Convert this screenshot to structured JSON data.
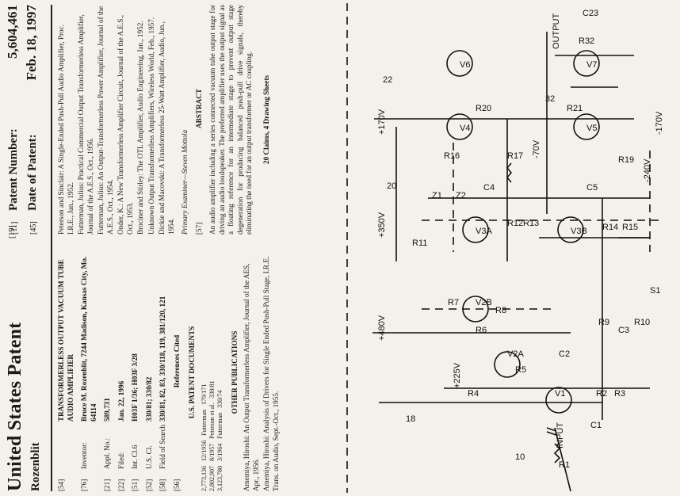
{
  "header": {
    "title": "United States Patent",
    "title_code": "[19]",
    "inventor_short": "Rozenblit",
    "patent_number_code": "[11]",
    "patent_number_label": "Patent Number:",
    "patent_number": "5,604,461",
    "date_code": "[45]",
    "date_label": "Date of Patent:",
    "date": "Feb. 18, 1997"
  },
  "left_fields": [
    {
      "code": "[54]",
      "label": "",
      "value": "TRANSFORMERLESS OUTPUT VACUUM TUBE AUDIO AMPLIFIER"
    },
    {
      "code": "[76]",
      "label": "Inventor:",
      "value": "Bruce M. Rozenblit, 7244 Madison, Kansas City, Mo. 64114"
    },
    {
      "code": "[21]",
      "label": "Appl. No.:",
      "value": "589,731"
    },
    {
      "code": "[22]",
      "label": "Filed:",
      "value": "Jan. 22, 1996"
    },
    {
      "code": "[51]",
      "label": "Int. Cl.6",
      "value": "H03F 1/36; H03F 3/28"
    },
    {
      "code": "[52]",
      "label": "U.S. Cl.",
      "value": "330/81; 330/82"
    },
    {
      "code": "[58]",
      "label": "Field of Search",
      "value": "330/81, 82, 83, 330/118, 119, 381/120, 121"
    }
  ],
  "references": {
    "code": "[56]",
    "title": "References Cited",
    "us_docs_title": "U.S. PATENT DOCUMENTS",
    "us_docs": [
      {
        "num": "2,773,136",
        "date": "12/1956",
        "name": "Futterman",
        "cls": "179/171"
      },
      {
        "num": "2,802,907",
        "date": "8/1957",
        "name": "Peterson et al.",
        "cls": "330/81"
      },
      {
        "num": "3,123,780",
        "date": "3/1964",
        "name": "Futterman",
        "cls": "330/74"
      }
    ],
    "other_title": "OTHER PUBLICATIONS",
    "other_pubs": [
      "Amemiya, Hiroshi: An Output Transformerless Amplifier, Journal of the AES, Apr., 1956.",
      "Amemiya, Hiroshi: Analysis of Drivers for Single Ended Push-Pull Stage, I.R.E. Trans. on Audio, Sept.-Oct., 1955."
    ]
  },
  "right_pubs": [
    "Peterson and Sinclair: A Single-Ended Push-Pull Audio Amplifier, Proc. I.R.E., Jan., 1952.",
    "Futterman, Julius: Practical Commercial Output Transformerless Amplifier, Journal of the A.E.S., Oct., 1956.",
    "Futterman, Julius: An Output-Transformerless Power Amplifier, Journal of the A.E.S., Oct., 1954.",
    "Onder, K.: A New Transformerless Amplifier Circuit, Journal of the A.E.S., Oct., 1953.",
    "Brociner and Stirley: The OTL Amplifier, Audio Engineering, Jan., 1952.",
    "Unknown Output Transformerless Amplifiers, Wireless World, Feb., 1957.",
    "Dickie and Macovski: A Transformerless 25-Watt Amplifier, Audio, Jun., 1954."
  ],
  "examiner": "Primary Examiner—Steven Mottola",
  "abstract_code": "[57]",
  "abstract_title": "ABSTRACT",
  "abstract_text": "An audio amplifier including a series connected vacuum tube output stage for driving an audio loudspeaker. The preferred amplifier uses the output signal as a floating reference for an intermediate stage to prevent output stage degeneration for producing balanced push-pull drive signals, thereby eliminating the need for an output transformer or AC coupling.",
  "claims": "20 Claims, 4 Drawing Sheets",
  "schematic": {
    "labels": {
      "input": "INPUT",
      "output": "OUTPUT",
      "v225": "+225V",
      "v480": "+480V",
      "v350": "+350V",
      "v170p": "+170V",
      "v70": "-70V",
      "v240": "-240V",
      "v170n": "-170V",
      "ref10": "10",
      "ref18": "18",
      "ref20": "20",
      "ref22": "22",
      "ref32": "32",
      "V1": "V1",
      "V2A": "V2A",
      "V2B": "V2B",
      "V3A": "V3A",
      "V3B": "V3B",
      "V4": "V4",
      "V5": "V5",
      "V6": "V6",
      "V7": "V7",
      "R1": "R1",
      "R2": "R2",
      "R3": "R3",
      "R4": "R4",
      "R5": "R5",
      "R6": "R6",
      "R7": "R7",
      "R8": "R8",
      "R9": "R9",
      "R10": "R10",
      "R11": "R11",
      "R12": "R12",
      "R13": "R13",
      "R14": "R14",
      "R15": "R15",
      "R16": "R16",
      "R17": "R17",
      "R19": "R19",
      "R20": "R20",
      "R21": "R21",
      "R32": "R32",
      "C1": "C1",
      "C2": "C2",
      "C3": "C3",
      "C4": "C4",
      "C5": "C5",
      "C23": "C23",
      "Z1": "Z1",
      "Z2": "Z2",
      "S1": "S1"
    }
  }
}
